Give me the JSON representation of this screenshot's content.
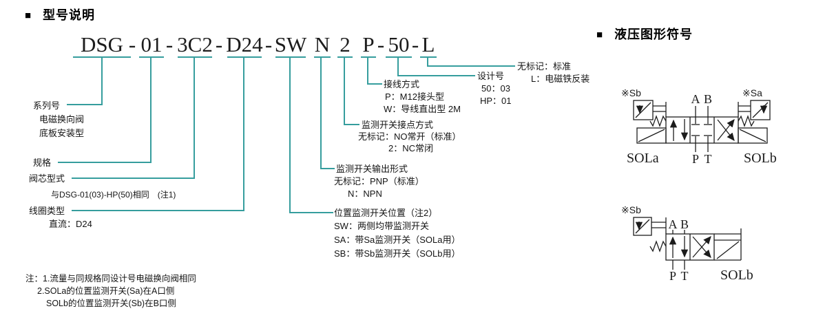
{
  "colors": {
    "accent_teal": "#359d9d",
    "ink": "#1c1c1c"
  },
  "headers": {
    "model_section": {
      "bullet": "■",
      "title": "型号说明"
    },
    "symbol_section": {
      "bullet": "■",
      "title": "液压图形符号"
    }
  },
  "model": {
    "full": "DSG-01-3C2-D24-SW N 2 P-50-L",
    "segments": [
      "DSG",
      "01",
      "3C2",
      "D24",
      "SW",
      "N",
      "2",
      "P",
      "50",
      "L"
    ],
    "hyphen": "-"
  },
  "callouts": {
    "series": {
      "label": "系列号",
      "desc1": "电磁换向阀",
      "desc2": "底板安装型"
    },
    "size": {
      "label": "规格"
    },
    "spool": {
      "label": "阀芯型式",
      "desc1": "与DSG-01(03)-HP(50)相同　(注1)"
    },
    "coil": {
      "label": "线圈类型",
      "desc1": "直流：D24"
    },
    "switch_position": {
      "label": "位置监测开关位置（注2）",
      "desc1": "SW：两侧均带监测开关",
      "desc2": "SA：带Sa监测开关（SOLa用）",
      "desc3": "SB：带Sb监测开关（SOLb用）"
    },
    "switch_output": {
      "label": "监测开关输出形式",
      "desc1": "无标记：PNP（标准）",
      "desc2": "N：NPN"
    },
    "switch_contact": {
      "label": "监测开关接点方式",
      "desc1": "无标记：NO常开（标准）",
      "desc2": "2：NC常闭"
    },
    "wiring": {
      "label": "接线方式",
      "desc1": "P：M12接头型",
      "desc2": "W：导线直出型 2M"
    },
    "design_no": {
      "label": "设计号",
      "desc1": "50：03",
      "desc2": "HP：01"
    },
    "mounting": {
      "desc1": "无标记：标准",
      "desc2": "L：电磁铁反装"
    }
  },
  "notes": {
    "line1": "注：1.流量与同规格同设计号电磁换向阀相同",
    "line2": "2.SOLa的位置监测开关(Sa)在A口侧",
    "line3": "SOLb的位置监测开关(Sb)在B口侧"
  },
  "symbols": {
    "top": {
      "sensor_left": "※Sb",
      "sensor_right": "※Sa",
      "sol_left": "SOLa",
      "sol_right": "SOLb",
      "port_a": "A",
      "port_b": "B",
      "port_p": "P",
      "port_t": "T"
    },
    "bottom": {
      "sensor_left": "※Sb",
      "sol_right": "SOLb",
      "port_a": "A",
      "port_b": "B",
      "port_p": "P",
      "port_t": "T"
    }
  }
}
